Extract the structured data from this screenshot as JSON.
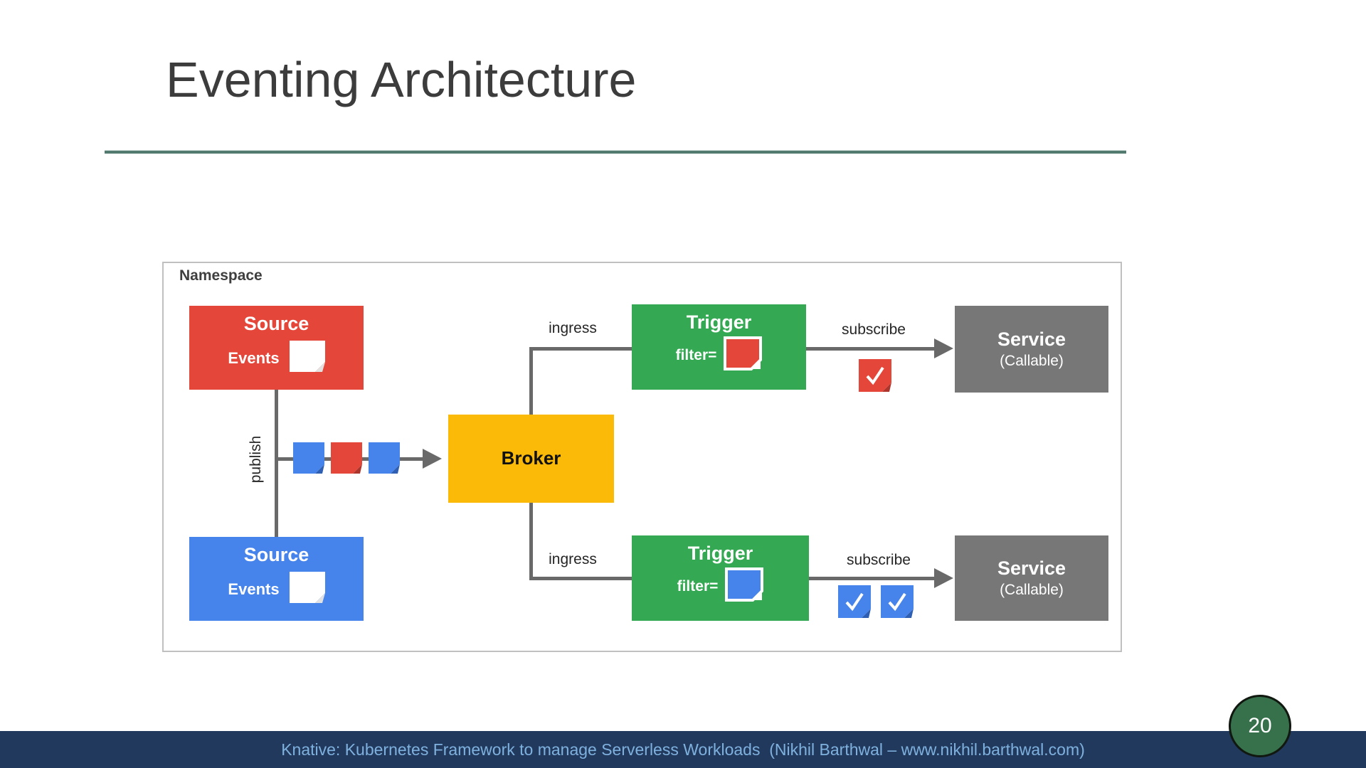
{
  "slide": {
    "title": "Eventing Architecture",
    "footer": "Knative: Kubernetes Framework to manage Serverless Workloads  (Nikhil Barthwal – www.nikhil.barthwal.com)",
    "page_number": "20"
  },
  "diagram": {
    "namespace_label": "Namespace",
    "nodes": {
      "source_top": {
        "title": "Source",
        "events_label": "Events",
        "color": "#E4473A"
      },
      "source_bottom": {
        "title": "Source",
        "events_label": "Events",
        "color": "#4683EA"
      },
      "broker": {
        "title": "Broker",
        "color": "#FBBA08"
      },
      "trigger_top": {
        "title": "Trigger",
        "filter_label": "filter=",
        "filter_value_color": "#E4473A",
        "color": "#34A853"
      },
      "trigger_bottom": {
        "title": "Trigger",
        "filter_label": "filter=",
        "filter_value_color": "#4683EA",
        "color": "#34A853"
      },
      "service_top": {
        "title": "Service",
        "subtitle": "(Callable)",
        "color": "#777777"
      },
      "service_bottom": {
        "title": "Service",
        "subtitle": "(Callable)",
        "color": "#777777"
      }
    },
    "labels": {
      "publish": "publish",
      "ingress_top": "ingress",
      "ingress_bottom": "ingress",
      "subscribe_top": "subscribe",
      "subscribe_bottom": "subscribe"
    },
    "event_notes_on_publish_line": [
      "blue",
      "red",
      "blue"
    ],
    "delivered_events": {
      "top": [
        "red-checked"
      ],
      "bottom": [
        "blue-checked",
        "blue-checked"
      ]
    },
    "colors": {
      "connector_gray": "#696969",
      "namespace_border": "#C0C0C0",
      "title_underline_teal": "#527A6E",
      "footer_bar_navy": "#21395C",
      "footer_text_blue": "#7FB1DF",
      "page_badge_green": "#37714B"
    }
  }
}
